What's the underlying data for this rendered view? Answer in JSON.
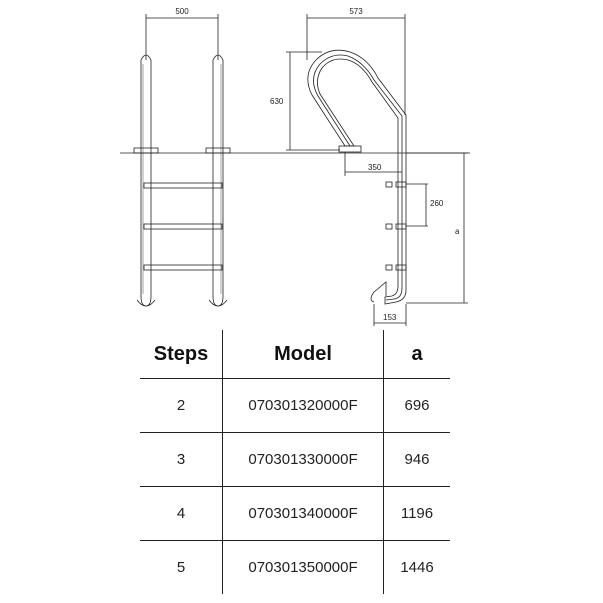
{
  "drawing": {
    "dimensions": {
      "front_width": "500",
      "side_width": "573",
      "handrail_height": "630",
      "anchor_offset": "350",
      "step_spacing": "260",
      "depth": "a",
      "bottom_offset": "153"
    }
  },
  "table": {
    "headers": {
      "steps": "Steps",
      "model": "Model",
      "a": "a"
    },
    "rows": [
      {
        "steps": "2",
        "model": "070301320000F",
        "a": "696"
      },
      {
        "steps": "3",
        "model": "070301330000F",
        "a": "946"
      },
      {
        "steps": "4",
        "model": "070301340000F",
        "a": "1196"
      },
      {
        "steps": "5",
        "model": "070301350000F",
        "a": "1446"
      }
    ]
  },
  "colors": {
    "line": "#222222",
    "tube_fill": "#ffffff"
  }
}
